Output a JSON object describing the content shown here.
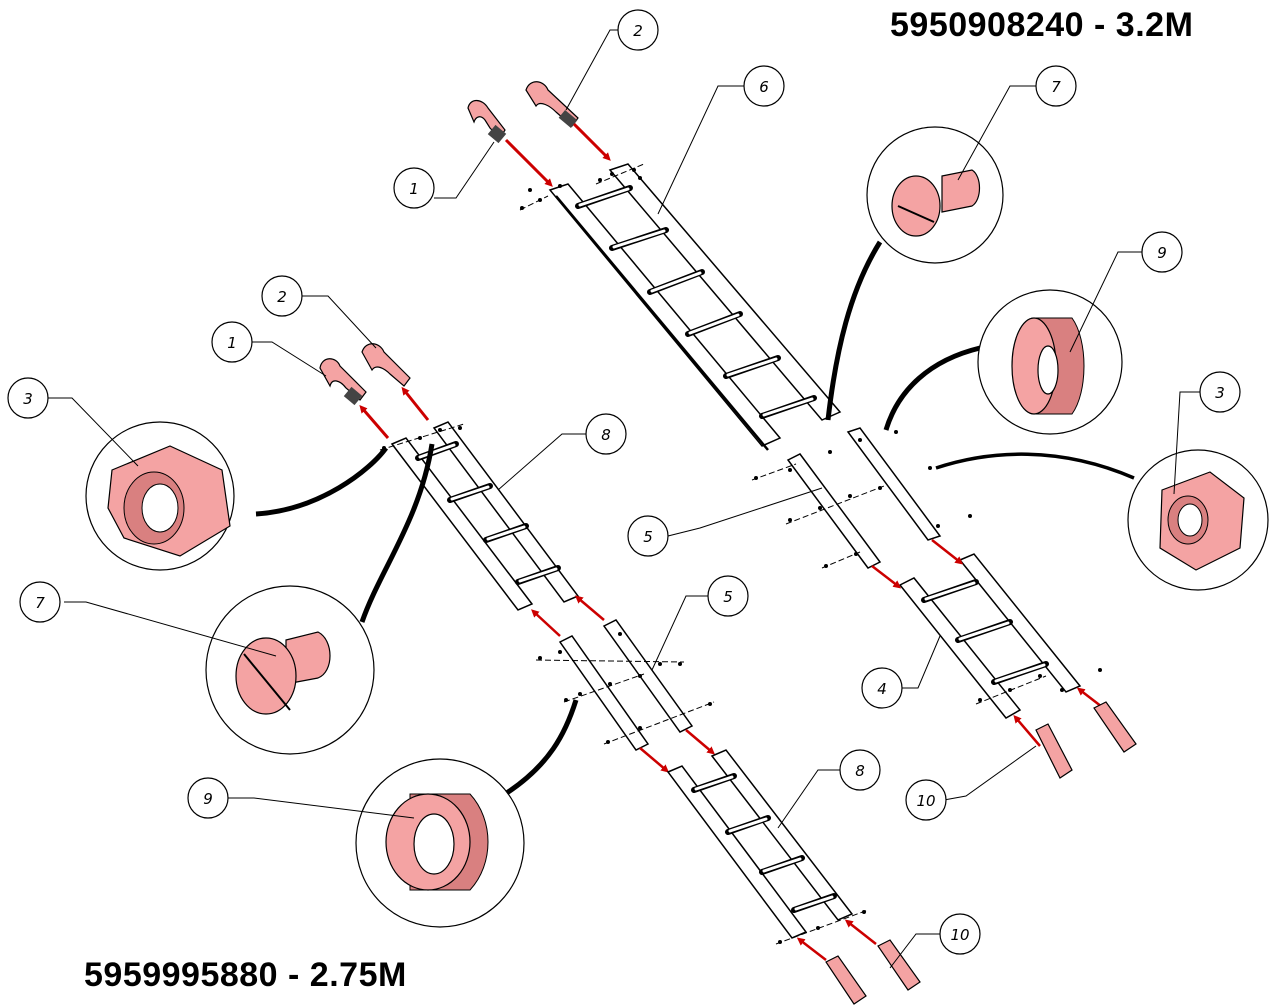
{
  "titles": {
    "upper_ladder": "5950908240 - 3.2M",
    "lower_ladder": "5959995880 - 2.75M"
  },
  "callouts": {
    "hook_left": "1",
    "hook_right": "2",
    "nut": "3",
    "ladder_section_short": "4",
    "splice_plate": "5",
    "ladder_section_long": "6",
    "bolt": "7",
    "ladder_section_mid": "8",
    "washer": "9",
    "foot_bracket": "10"
  },
  "colors": {
    "part_highlight": "#f4a3a3",
    "part_shadow": "#d98080",
    "arrow": "#cc0000",
    "line": "#000000"
  }
}
